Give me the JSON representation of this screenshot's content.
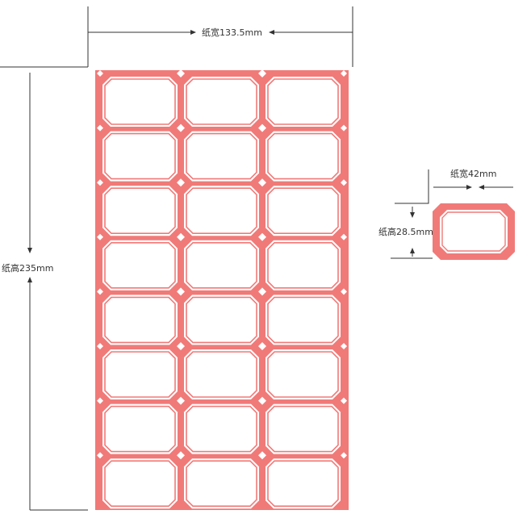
{
  "dimensions": {
    "sheet_width": "纸宽133.5mm",
    "sheet_height": "纸高235mm",
    "label_width": "纸宽42mm",
    "label_height": "纸高28.5mm"
  },
  "sheet": {
    "columns": 3,
    "rows": 8
  },
  "colors": {
    "label_border": "#f07a78",
    "label_face": "#ffffff",
    "dimension_line": "#333333"
  }
}
